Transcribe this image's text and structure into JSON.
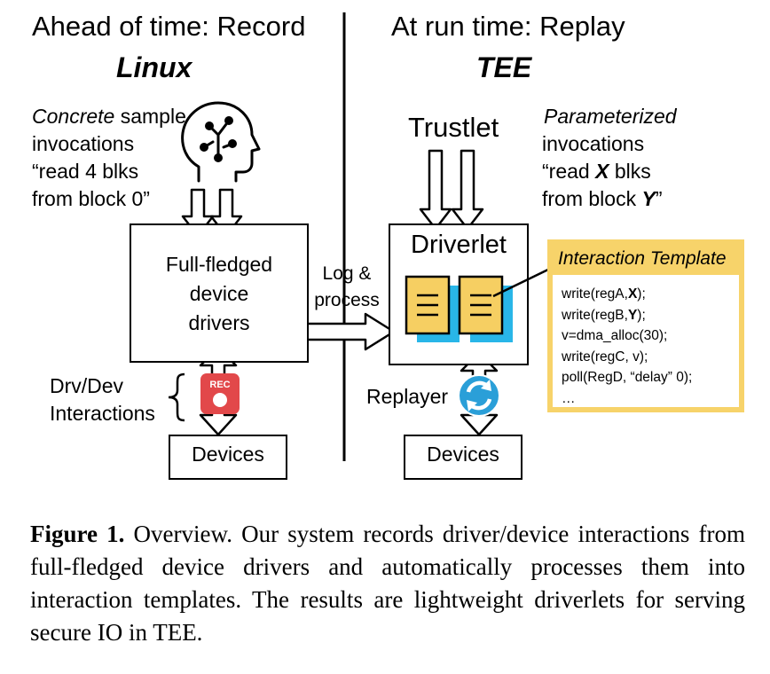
{
  "left": {
    "title": "Ahead of time: Record",
    "os": "Linux",
    "sample_line1_em": "Concrete",
    "sample_line1_rest": " sample",
    "sample_line2": "invocations",
    "sample_line3": "“read 4 blks",
    "sample_line4": "from block 0”",
    "drivers_line1": "Full-fledged",
    "drivers_line2": "device",
    "drivers_line3": "drivers",
    "interactions_line1": "Drv/Dev",
    "interactions_line2": "Interactions",
    "rec_label": "REC",
    "devices": "Devices"
  },
  "middle": {
    "line1": "Log &",
    "line2": "process"
  },
  "right": {
    "title": "At run time: Replay",
    "os": "TEE",
    "trustlet": "Trustlet",
    "param_line1": "Parameterized",
    "param_line2": "invocations",
    "param_line3_a": "“read ",
    "param_line3_b": "X",
    "param_line3_c": " blks",
    "param_line4_a": "from block ",
    "param_line4_b": "Y",
    "param_line4_c": "”",
    "driverlet": "Driverlet",
    "replayer": "Replayer",
    "devices": "Devices"
  },
  "template": {
    "title": "Interaction Template",
    "l1_a": "write(regA,",
    "l1_b": "X",
    "l1_c": ");",
    "l2_a": "write(regB,",
    "l2_b": "Y",
    "l2_c": ");",
    "l3": "v=dma_alloc(30);",
    "l4": "write(regC, v);",
    "l5": "poll(RegD, “delay” 0);",
    "l6": "…"
  },
  "caption": {
    "label": "Figure 1.",
    "text": " Overview. Our system records driver/device interactions from full-fledged device drivers and automatically processes them into interaction templates. The results are lightweight driverlets for serving secure IO in TEE."
  },
  "colors": {
    "template_yellow": "#f7d36a",
    "doc_yellow": "#f6cf62",
    "doc_cyan": "#29b6e8",
    "rec_red": "#e2484a",
    "replay_blue": "#2a9fd8"
  }
}
